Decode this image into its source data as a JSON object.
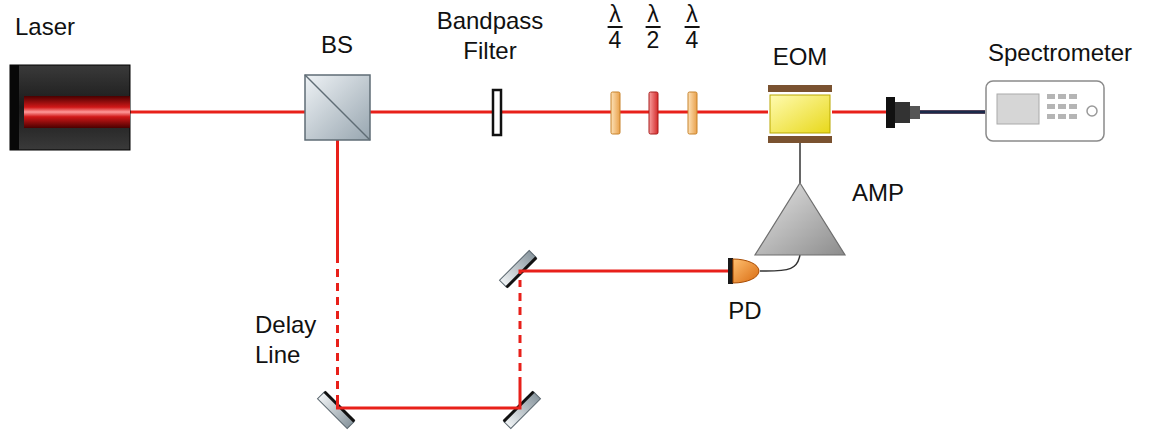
{
  "diagram": {
    "nodes": [
      {
        "text": [
          "Laser"
        ]
      },
      {
        "text": [
          "BS"
        ]
      },
      {
        "text": [
          "Bandpass Filter"
        ]
      },
      {
        "text": [
          "λ",
          "4"
        ]
      },
      {
        "text": [
          "λ",
          "2"
        ]
      },
      {
        "text": [
          "λ",
          "4"
        ]
      },
      {
        "text": [
          "EOM"
        ]
      },
      {
        "text": [
          "Spectrometer"
        ]
      },
      {
        "text": [
          "AMP"
        ]
      },
      {
        "text": [
          "PD"
        ]
      }
    ],
    "edges": [
      {
        "from": 0,
        "to": 1,
        "arrow": "none"
      },
      {
        "from": 1,
        "to": 2,
        "arrow": "none"
      },
      {
        "from": 2,
        "to": 3,
        "arrow": "none"
      },
      {
        "from": 3,
        "to": 4,
        "arrow": "none"
      },
      {
        "from": 4,
        "to": 5,
        "arrow": "none"
      },
      {
        "from": 5,
        "to": 6,
        "arrow": "none"
      },
      {
        "from": 6,
        "to": 7,
        "arrow": "none"
      },
      {
        "from": 1,
        "to": 9,
        "arrow": "none"
      },
      {
        "from": 9,
        "to": 8,
        "arrow": "none"
      },
      {
        "from": 8,
        "to": 6,
        "arrow": "none"
      }
    ],
    "labels": [
      "Delay Line"
    ]
  }
}
